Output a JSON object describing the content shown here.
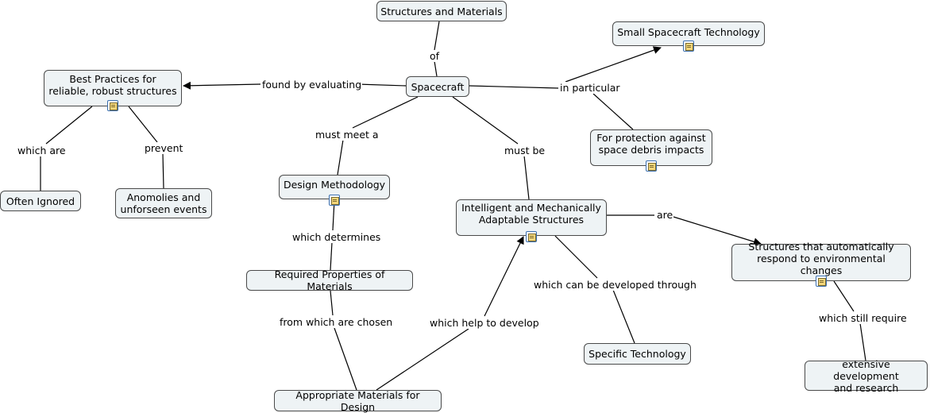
{
  "nodes": {
    "structures_materials": "Structures and Materials",
    "small_spacecraft": "Small Spacecraft Technology",
    "best_practices": "Best Practices for\nreliable, robust structures",
    "spacecraft": "Spacecraft",
    "protection": "For protection against\nspace debris impacts",
    "often_ignored": "Often Ignored",
    "anomolies": "Anomolies and\nunforseen events",
    "design_methodology": "Design Methodology",
    "intelligent": "Intelligent and Mechanically\nAdaptable Structures",
    "auto_respond": "Structures that automatically\nrespond to environmental changes",
    "required_props": "Required Properties of Materials",
    "specific_tech": "Specific Technology",
    "extensive_dev": "extensive development\nand research",
    "appropriate_materials": "Appropriate Materials for Design"
  },
  "links": {
    "of": "of",
    "found_by": "found by evaluating",
    "in_particular": "in particular",
    "which_are": "which are",
    "prevent": "prevent",
    "must_meet": "must meet a",
    "must_be": "must be",
    "are": "are",
    "which_determines": "which determines",
    "developed_through": "which can be developed through",
    "which_still_require": "which still require",
    "from_which": "from which are chosen",
    "help_develop": "which help to develop"
  },
  "icons": [
    "document-icon"
  ]
}
